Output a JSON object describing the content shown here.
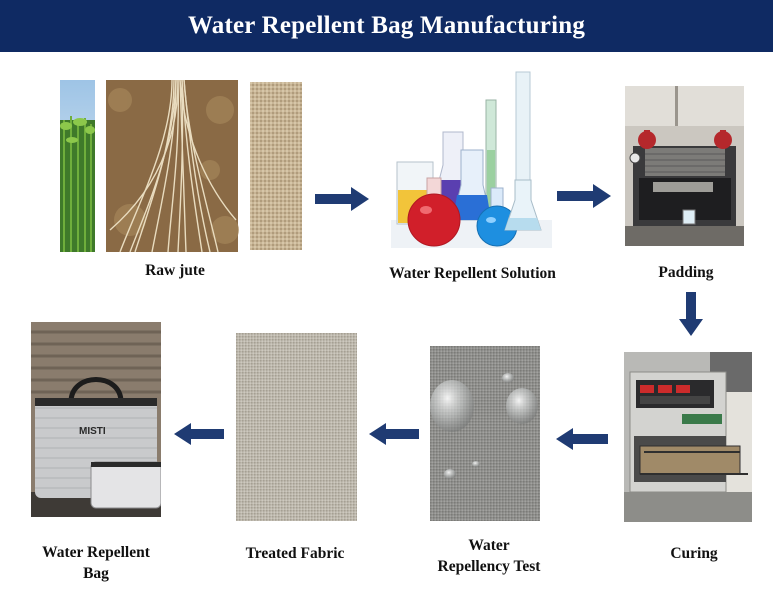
{
  "title": "Water Repellent Bag Manufacturing",
  "colors": {
    "banner": "#0f2a63",
    "arrow": "#1f3b73",
    "text": "#111111"
  },
  "steps": [
    {
      "id": "raw_jute",
      "label": "Raw jute"
    },
    {
      "id": "solution",
      "label": "Water Repellent Solution"
    },
    {
      "id": "padding",
      "label": "Padding"
    },
    {
      "id": "curing",
      "label": "Curing"
    },
    {
      "id": "test",
      "label_line1": "Water",
      "label_line2": "Repellency Test"
    },
    {
      "id": "fabric",
      "label": "Treated Fabric"
    },
    {
      "id": "bag",
      "label_line1": "Water Repellent",
      "label_line2": "Bag"
    }
  ],
  "bag_logo_text": "MISTI",
  "arrows": [
    "right",
    "right",
    "down",
    "left",
    "left",
    "left"
  ]
}
